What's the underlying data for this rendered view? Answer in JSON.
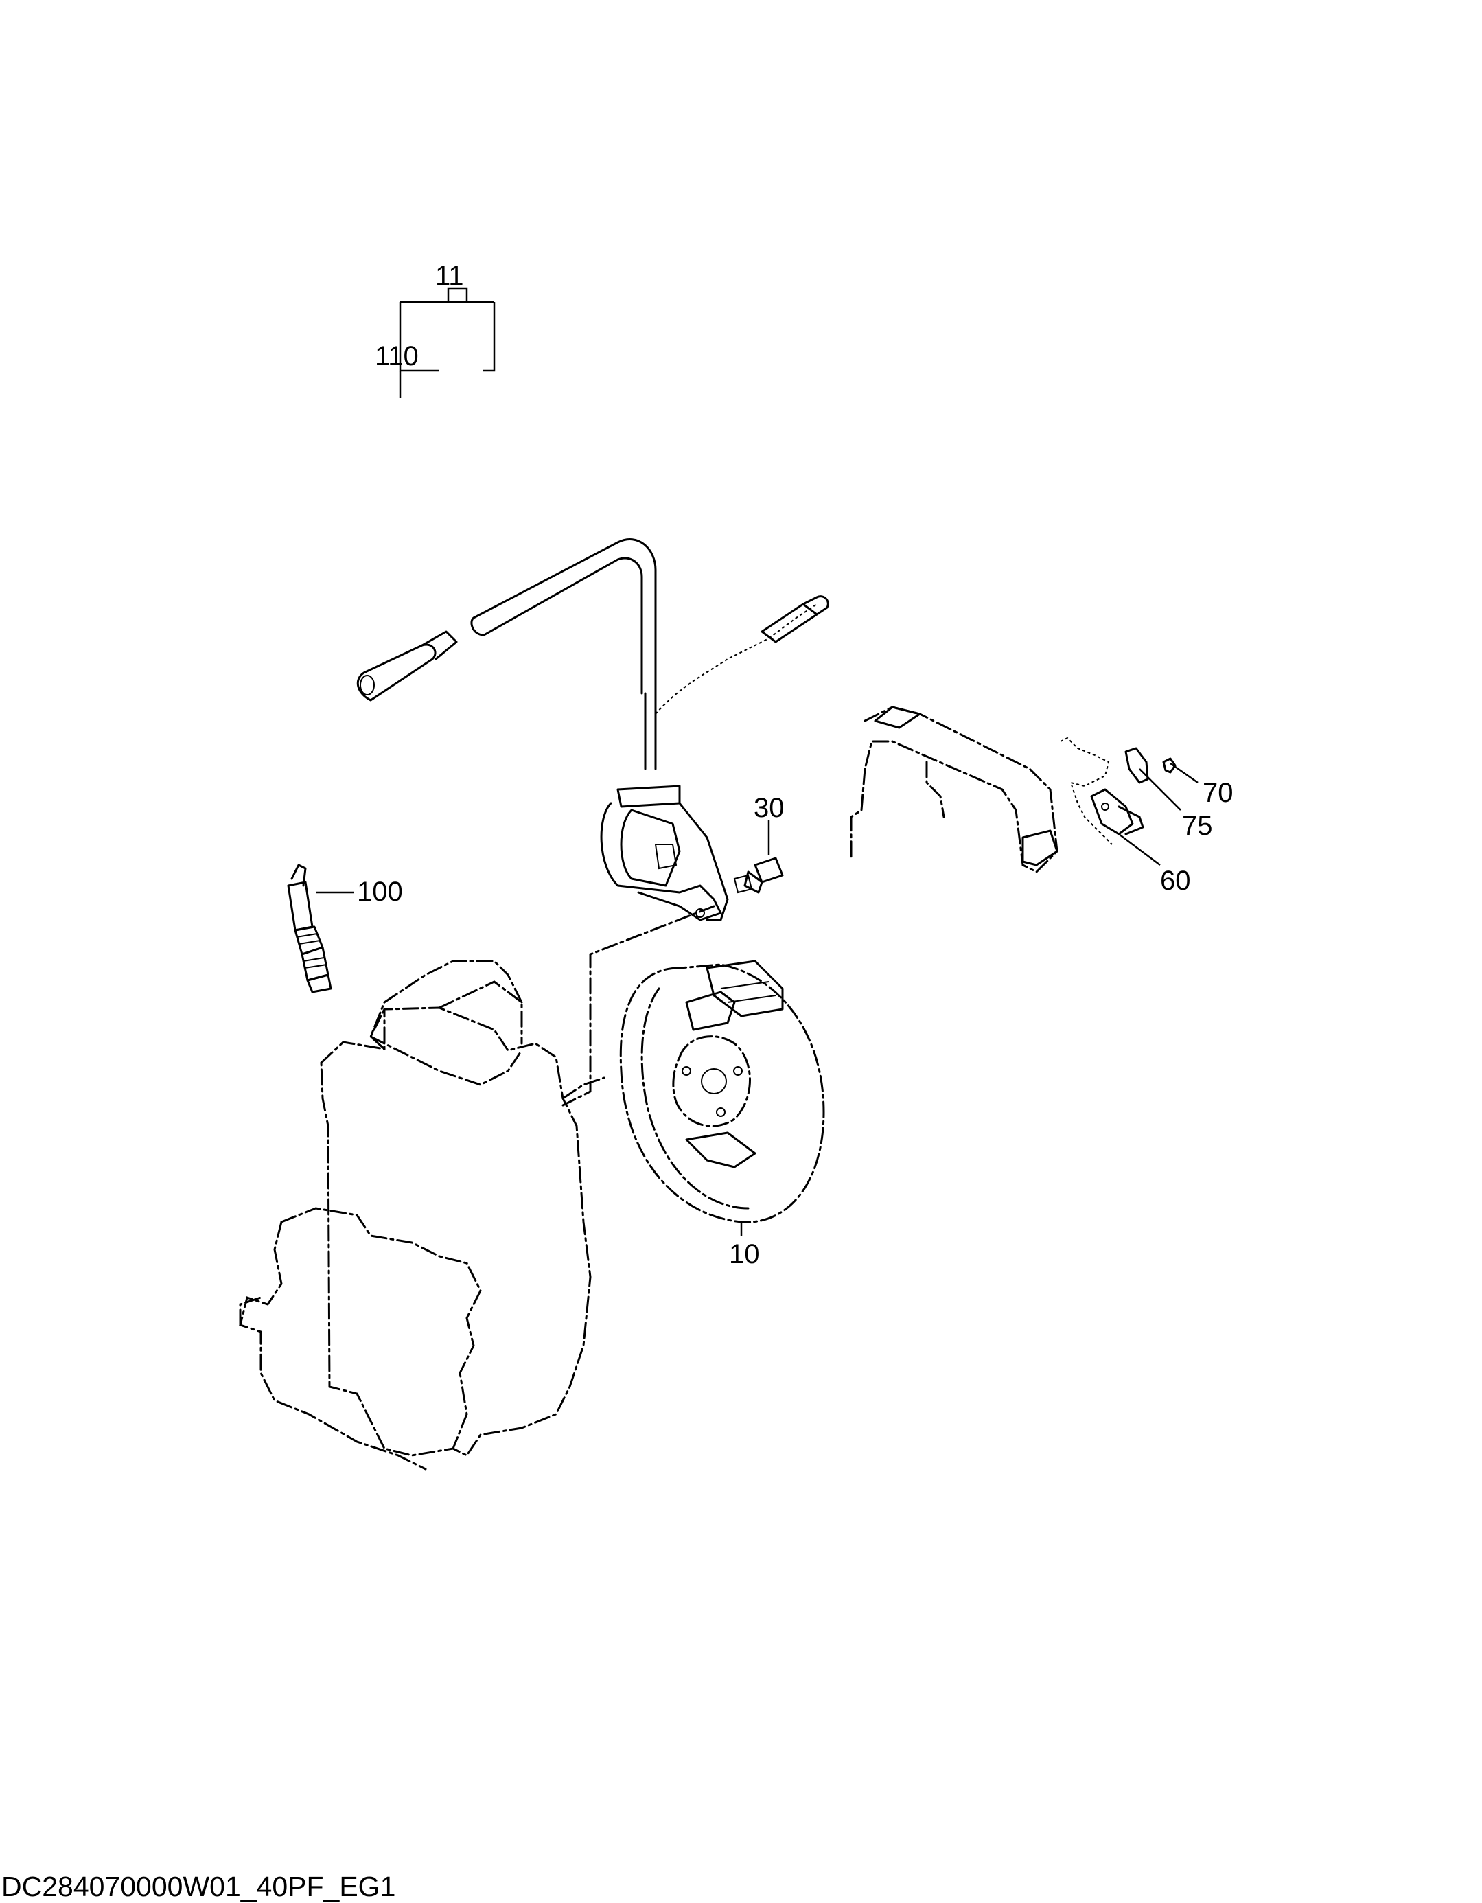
{
  "diagram": {
    "callouts": [
      {
        "id": "11",
        "label": "11"
      },
      {
        "id": "110",
        "label": "110"
      },
      {
        "id": "30",
        "label": "30"
      },
      {
        "id": "70",
        "label": "70"
      },
      {
        "id": "75",
        "label": "75"
      },
      {
        "id": "60",
        "label": "60"
      },
      {
        "id": "100",
        "label": "100"
      },
      {
        "id": "10",
        "label": "10"
      }
    ],
    "document_id": "DC284070000W01_40PF_EG1"
  }
}
